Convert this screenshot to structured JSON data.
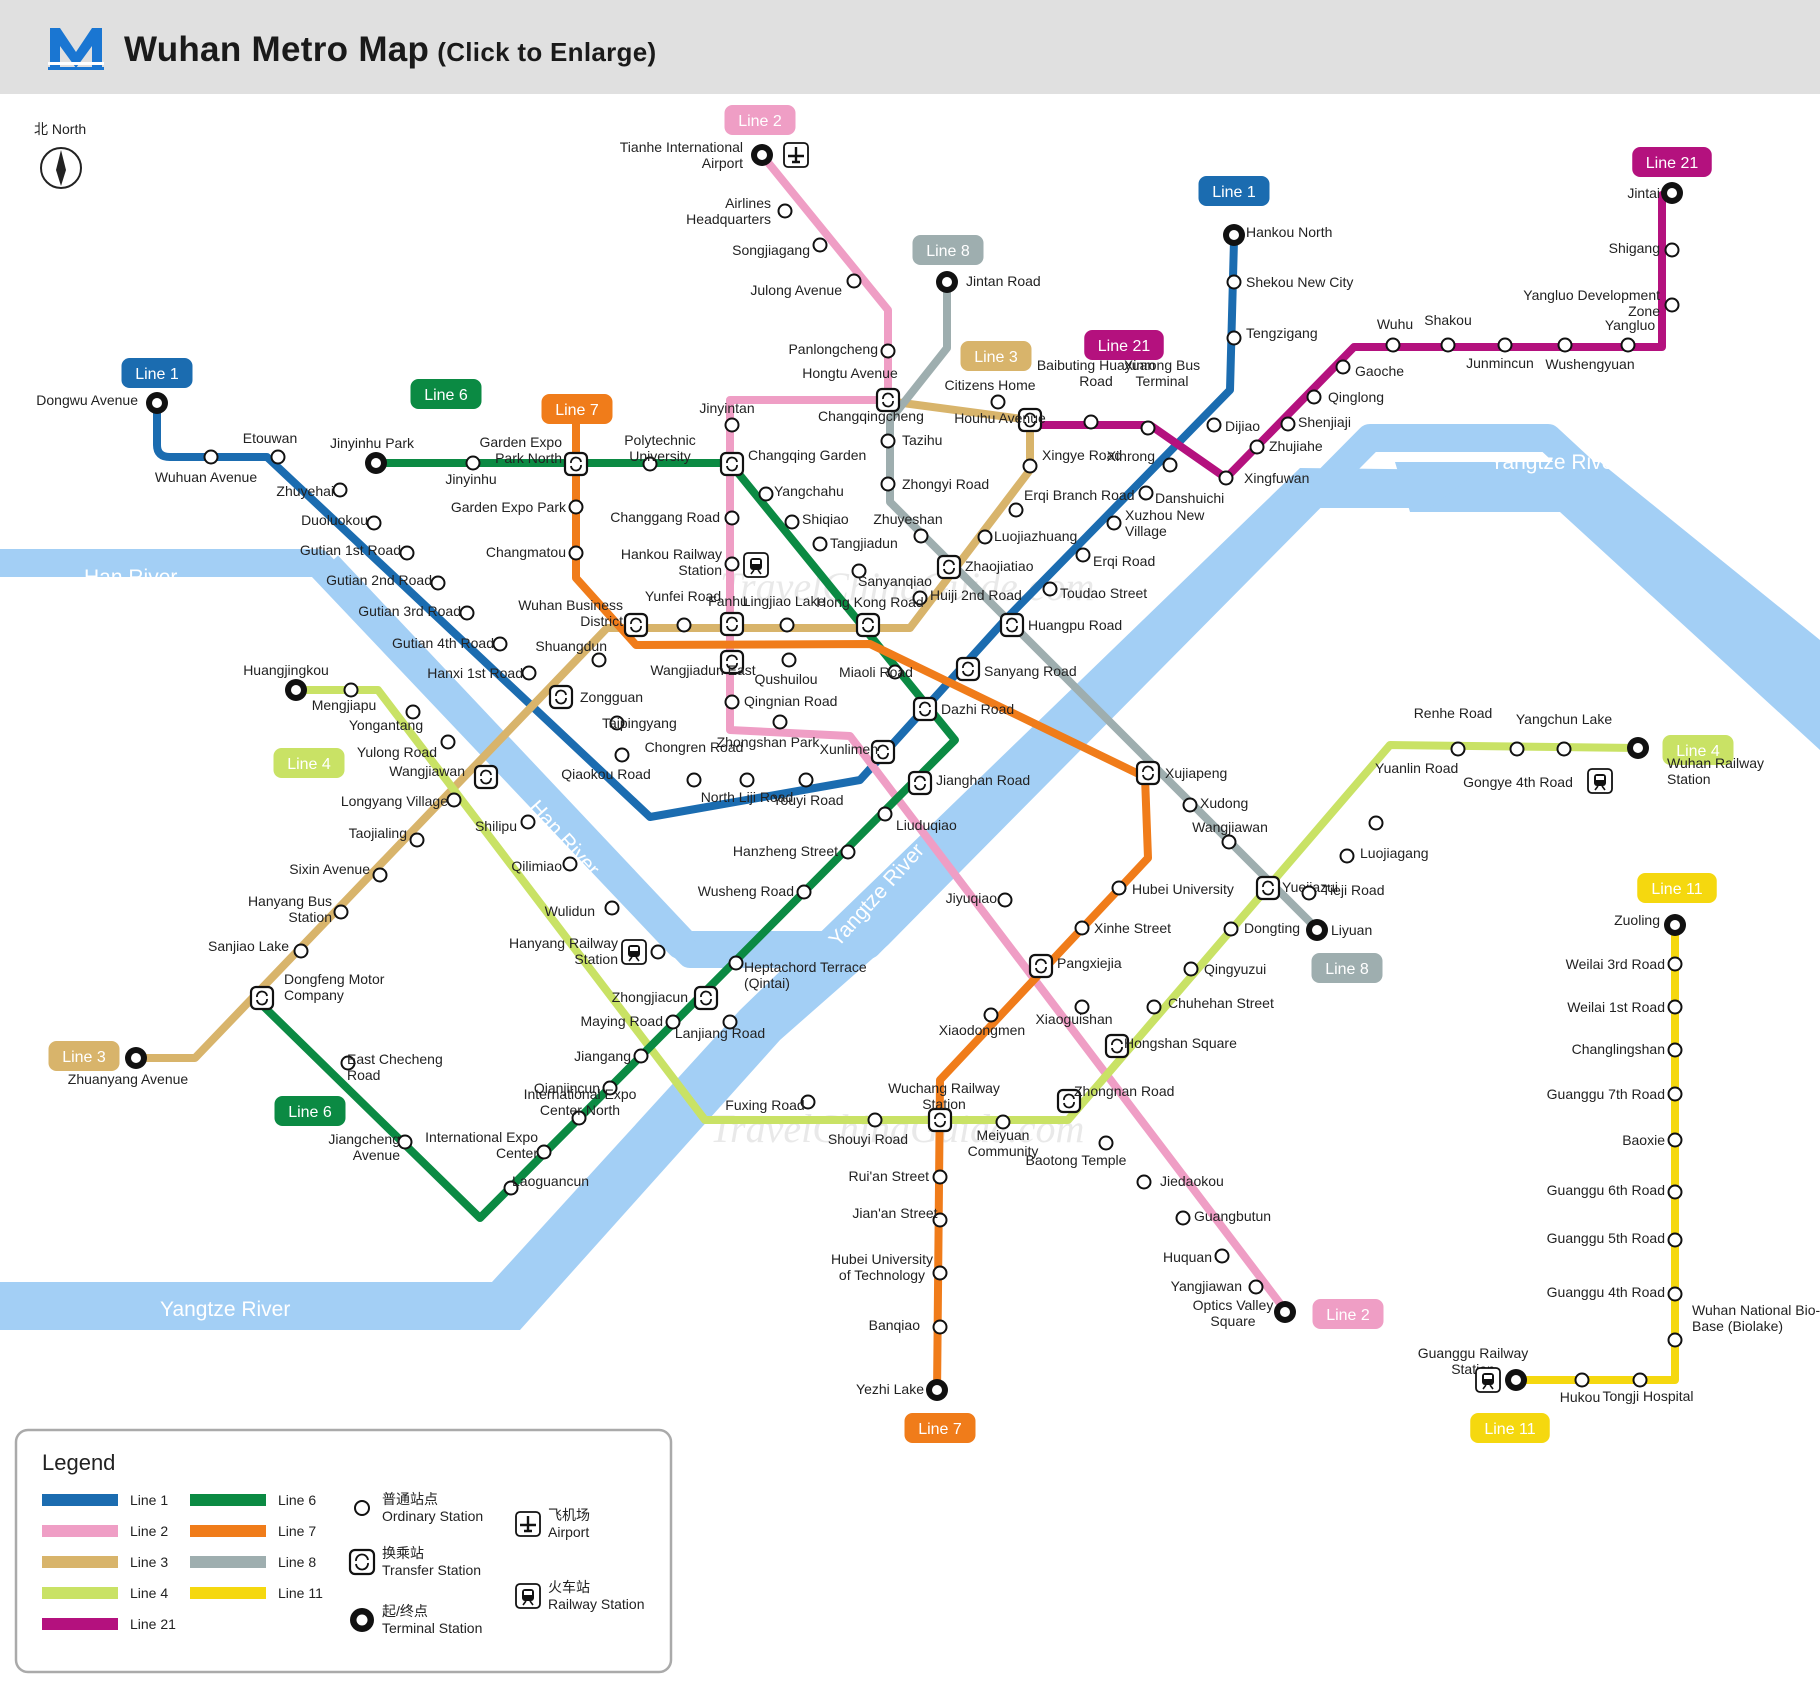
{
  "header": {
    "title": "Wuhan Metro Map",
    "subtitle": "(Click to Enlarge)"
  },
  "compass": {
    "label": "北 North"
  },
  "watermark": "TravelChinaGuide.com",
  "rivers": [
    {
      "name": "Han River",
      "labels": [
        {
          "text": "Han River",
          "rot": 0
        },
        {
          "text": "Han River",
          "rot": 48
        }
      ]
    },
    {
      "name": "Yangtze River",
      "labels": [
        {
          "text": "Yangtze River",
          "rot": 0
        },
        {
          "text": "Yangtze River",
          "rot": -48
        },
        {
          "text": "Yangtze River",
          "rot": 0
        }
      ]
    }
  ],
  "colors": {
    "line1": "#1b6cb0",
    "line2": "#ef9ec5",
    "line3": "#d8b46b",
    "line4": "#c9e265",
    "line6": "#0b8a43",
    "line7": "#f07c1a",
    "line8": "#9eaeaf",
    "line11": "#f5d80f",
    "line21": "#b4117e",
    "river": "#a3cff5"
  },
  "lines": [
    {
      "id": "line1",
      "name": "Line 1",
      "color": "#1b6cb0"
    },
    {
      "id": "line2",
      "name": "Line 2",
      "color": "#ef9ec5"
    },
    {
      "id": "line3",
      "name": "Line 3",
      "color": "#d8b46b"
    },
    {
      "id": "line4",
      "name": "Line 4",
      "color": "#c9e265"
    },
    {
      "id": "line6",
      "name": "Line 6",
      "color": "#0b8a43"
    },
    {
      "id": "line7",
      "name": "Line 7",
      "color": "#f07c1a"
    },
    {
      "id": "line8",
      "name": "Line 8",
      "color": "#9eaeaf"
    },
    {
      "id": "line11",
      "name": "Line 11",
      "color": "#f5d80f"
    },
    {
      "id": "line21",
      "name": "Line 21",
      "color": "#b4117e"
    }
  ],
  "badges": [
    {
      "text": "Line 2",
      "line": "line2"
    },
    {
      "text": "Line 21",
      "line": "line21"
    },
    {
      "text": "Line 1",
      "line": "line1"
    },
    {
      "text": "Line 8",
      "line": "line8"
    },
    {
      "text": "Line 3",
      "line": "line3"
    },
    {
      "text": "Line 21",
      "line": "line21"
    },
    {
      "text": "Line 1",
      "line": "line1"
    },
    {
      "text": "Line 6",
      "line": "line6"
    },
    {
      "text": "Line 7",
      "line": "line7"
    },
    {
      "text": "Line 4",
      "line": "line4"
    },
    {
      "text": "Line 4",
      "line": "line4"
    },
    {
      "text": "Line 11",
      "line": "line11"
    },
    {
      "text": "Line 8",
      "line": "line8"
    },
    {
      "text": "Line 3",
      "line": "line3"
    },
    {
      "text": "Line 6",
      "line": "line6"
    },
    {
      "text": "Line 2",
      "line": "line2"
    },
    {
      "text": "Line 7",
      "line": "line7"
    },
    {
      "text": "Line 11",
      "line": "line11"
    }
  ],
  "stations": [
    {
      "name": "Tianhe International Airport",
      "type": "terminal"
    },
    {
      "name": "Airlines Headquarters",
      "type": "ordinary"
    },
    {
      "name": "Songjiagang",
      "type": "ordinary"
    },
    {
      "name": "Julong Avenue",
      "type": "ordinary"
    },
    {
      "name": "Panlongcheng",
      "type": "ordinary"
    },
    {
      "name": "Hongtu Avenue",
      "type": "ordinary"
    },
    {
      "name": "Tazihu",
      "type": "ordinary"
    },
    {
      "name": "Zhongyi Road",
      "type": "ordinary"
    },
    {
      "name": "Zhuyeshan",
      "type": "ordinary"
    },
    {
      "name": "Jintan Road",
      "type": "terminal"
    },
    {
      "name": "Changqingcheng",
      "type": "transfer"
    },
    {
      "name": "Citizens Home",
      "type": "ordinary"
    },
    {
      "name": "Houhu Avenue",
      "type": "transfer"
    },
    {
      "name": "Xingye Road",
      "type": "ordinary"
    },
    {
      "name": "Erqi Branch Road",
      "type": "ordinary"
    },
    {
      "name": "Luojiazhuang",
      "type": "ordinary"
    },
    {
      "name": "Zhaojiatiao",
      "type": "transfer"
    },
    {
      "name": "Huiji 2nd Road",
      "type": "ordinary"
    },
    {
      "name": "Baibuting Huayuan Road",
      "type": "ordinary"
    },
    {
      "name": "Xinrong Bus Terminal",
      "type": "ordinary"
    },
    {
      "name": "Xinrong",
      "type": "ordinary"
    },
    {
      "name": "Xingfuwan",
      "type": "ordinary"
    },
    {
      "name": "Zhujiahe",
      "type": "ordinary"
    },
    {
      "name": "Shenjiaji",
      "type": "ordinary"
    },
    {
      "name": "Qinglong",
      "type": "ordinary"
    },
    {
      "name": "Gaoche",
      "type": "ordinary"
    },
    {
      "name": "Wuhu",
      "type": "ordinary"
    },
    {
      "name": "Shakou",
      "type": "ordinary"
    },
    {
      "name": "Junmincun",
      "type": "ordinary"
    },
    {
      "name": "Wushengyuan",
      "type": "ordinary"
    },
    {
      "name": "Yangluo",
      "type": "ordinary"
    },
    {
      "name": "Yangluo Development Zone",
      "type": "ordinary"
    },
    {
      "name": "Shigang",
      "type": "ordinary"
    },
    {
      "name": "Jintai",
      "type": "terminal"
    },
    {
      "name": "Hankou North",
      "type": "terminal"
    },
    {
      "name": "Shekou New City",
      "type": "ordinary"
    },
    {
      "name": "Tengzigang",
      "type": "ordinary"
    },
    {
      "name": "Dijiao",
      "type": "ordinary"
    },
    {
      "name": "Danshuichi",
      "type": "ordinary"
    },
    {
      "name": "Xuzhou New Village",
      "type": "ordinary"
    },
    {
      "name": "Erqi Road",
      "type": "ordinary"
    },
    {
      "name": "Toudao Street",
      "type": "ordinary"
    },
    {
      "name": "Huangpu Road",
      "type": "transfer"
    },
    {
      "name": "Sanyang Road",
      "type": "transfer"
    },
    {
      "name": "Dazhi Road",
      "type": "transfer"
    },
    {
      "name": "Jianghan Road",
      "type": "transfer"
    },
    {
      "name": "Xunlimen",
      "type": "transfer"
    },
    {
      "name": "Youyi Road",
      "type": "ordinary"
    },
    {
      "name": "North Liji Road",
      "type": "ordinary"
    },
    {
      "name": "Chongren Road",
      "type": "ordinary"
    },
    {
      "name": "Qiaokou Road",
      "type": "ordinary"
    },
    {
      "name": "Taipingyang",
      "type": "ordinary"
    },
    {
      "name": "Zongguan",
      "type": "transfer"
    },
    {
      "name": "Hanxi 1st Road",
      "type": "ordinary"
    },
    {
      "name": "Gutian 4th Road",
      "type": "ordinary"
    },
    {
      "name": "Gutian 3rd Road",
      "type": "ordinary"
    },
    {
      "name": "Gutian 2nd Road",
      "type": "ordinary"
    },
    {
      "name": "Gutian 1st Road",
      "type": "ordinary"
    },
    {
      "name": "Duoluokou",
      "type": "ordinary"
    },
    {
      "name": "Zhuyehai",
      "type": "ordinary"
    },
    {
      "name": "Etouwan",
      "type": "ordinary"
    },
    {
      "name": "Wuhuan Avenue",
      "type": "ordinary"
    },
    {
      "name": "Dongwu Avenue",
      "type": "terminal"
    },
    {
      "name": "Jinyinhu Park",
      "type": "terminal"
    },
    {
      "name": "Jinyinhu",
      "type": "ordinary"
    },
    {
      "name": "Garden Expo Park North",
      "type": "transfer"
    },
    {
      "name": "Polytechnic University",
      "type": "ordinary"
    },
    {
      "name": "Changqing Garden",
      "type": "transfer"
    },
    {
      "name": "Jinyintan",
      "type": "ordinary"
    },
    {
      "name": "Yangchahu",
      "type": "ordinary"
    },
    {
      "name": "Shiqiao",
      "type": "ordinary"
    },
    {
      "name": "Tangjiadun",
      "type": "ordinary"
    },
    {
      "name": "Sanyanqiao",
      "type": "ordinary"
    },
    {
      "name": "Hong Kong Road",
      "type": "transfer"
    },
    {
      "name": "Changgang Road",
      "type": "ordinary"
    },
    {
      "name": "Hankou Railway Station",
      "type": "ordinary"
    },
    {
      "name": "Fanhu",
      "type": "transfer"
    },
    {
      "name": "Lingjiao Lake",
      "type": "ordinary"
    },
    {
      "name": "Yunfei Road",
      "type": "ordinary"
    },
    {
      "name": "Wuhan Business District",
      "type": "transfer"
    },
    {
      "name": "Garden Expo Park",
      "type": "ordinary"
    },
    {
      "name": "Changmatou",
      "type": "ordinary"
    },
    {
      "name": "Shuangdun",
      "type": "ordinary"
    },
    {
      "name": "Wangjiadun East",
      "type": "transfer"
    },
    {
      "name": "Qushuilou",
      "type": "ordinary"
    },
    {
      "name": "Miaoli Road",
      "type": "ordinary"
    },
    {
      "name": "Qingnian Road",
      "type": "ordinary"
    },
    {
      "name": "Zhongshan Park",
      "type": "ordinary"
    },
    {
      "name": "Xujiapeng",
      "type": "transfer"
    },
    {
      "name": "Xudong",
      "type": "ordinary"
    },
    {
      "name": "Wangjiawan",
      "type": "ordinary"
    },
    {
      "name": "Yuejiazui",
      "type": "transfer"
    },
    {
      "name": "Liyuan",
      "type": "terminal"
    },
    {
      "name": "Huangjingkou",
      "type": "terminal"
    },
    {
      "name": "Mengjiapu",
      "type": "ordinary"
    },
    {
      "name": "Yongantang",
      "type": "ordinary"
    },
    {
      "name": "Yulong Road",
      "type": "ordinary"
    },
    {
      "name": "Wangjiawan",
      "type": "transfer"
    },
    {
      "name": "Longyang Village",
      "type": "ordinary"
    },
    {
      "name": "Taojialing",
      "type": "ordinary"
    },
    {
      "name": "Sixin Avenue",
      "type": "ordinary"
    },
    {
      "name": "Hanyang Bus Station",
      "type": "ordinary"
    },
    {
      "name": "Sanjiao Lake",
      "type": "ordinary"
    },
    {
      "name": "Dongfeng Motor Company",
      "type": "transfer"
    },
    {
      "name": "Zhuanyang Avenue",
      "type": "terminal"
    },
    {
      "name": "Shilipu",
      "type": "ordinary"
    },
    {
      "name": "Qilimiao",
      "type": "ordinary"
    },
    {
      "name": "Wulidun",
      "type": "ordinary"
    },
    {
      "name": "Hanyang Railway Station",
      "type": "ordinary"
    },
    {
      "name": "Zhongjiacun",
      "type": "transfer"
    },
    {
      "name": "Lanjiang Road",
      "type": "ordinary"
    },
    {
      "name": "Fuxing Road",
      "type": "ordinary"
    },
    {
      "name": "Shouyi Road",
      "type": "ordinary"
    },
    {
      "name": "Wuchang Railway Station",
      "type": "transfer"
    },
    {
      "name": "Meiyuan Community",
      "type": "ordinary"
    },
    {
      "name": "Zhongnan Road",
      "type": "transfer"
    },
    {
      "name": "Hongshan Square",
      "type": "transfer"
    },
    {
      "name": "Chuhehan Street",
      "type": "ordinary"
    },
    {
      "name": "Qingyuzui",
      "type": "ordinary"
    },
    {
      "name": "Dongting",
      "type": "ordinary"
    },
    {
      "name": "Tieji Road",
      "type": "ordinary"
    },
    {
      "name": "Luojiagang",
      "type": "ordinary"
    },
    {
      "name": "Yuanlin Road",
      "type": "ordinary"
    },
    {
      "name": "Renhe Road",
      "type": "ordinary"
    },
    {
      "name": "Gongye 4th Road",
      "type": "ordinary"
    },
    {
      "name": "Yangchun Lake",
      "type": "ordinary"
    },
    {
      "name": "Wuhan Railway Station",
      "type": "terminal"
    },
    {
      "name": "Liuduqiao",
      "type": "ordinary"
    },
    {
      "name": "Hanzheng Street",
      "type": "ordinary"
    },
    {
      "name": "Wusheng Road",
      "type": "ordinary"
    },
    {
      "name": "Heptachord Terrace (Qintai)",
      "type": "ordinary"
    },
    {
      "name": "Maying Road",
      "type": "ordinary"
    },
    {
      "name": "Jiangang",
      "type": "ordinary"
    },
    {
      "name": "Qianjincun",
      "type": "ordinary"
    },
    {
      "name": "International Expo Center North",
      "type": "ordinary"
    },
    {
      "name": "International Expo Center",
      "type": "ordinary"
    },
    {
      "name": "Laoguancun",
      "type": "ordinary"
    },
    {
      "name": "East Checheng Road",
      "type": "ordinary"
    },
    {
      "name": "Jiangcheng Avenue",
      "type": "ordinary"
    },
    {
      "name": "Jiyuqiao",
      "type": "ordinary"
    },
    {
      "name": "Pangxiejia",
      "type": "transfer"
    },
    {
      "name": "Xiaoguishan",
      "type": "ordinary"
    },
    {
      "name": "Baotong Temple",
      "type": "ordinary"
    },
    {
      "name": "Jiedaokou",
      "type": "ordinary"
    },
    {
      "name": "Guangbutun",
      "type": "ordinary"
    },
    {
      "name": "Huquan",
      "type": "ordinary"
    },
    {
      "name": "Yangjiawan",
      "type": "ordinary"
    },
    {
      "name": "Optics Valley Square",
      "type": "terminal"
    },
    {
      "name": "Hubei University",
      "type": "ordinary"
    },
    {
      "name": "Xinhe Street",
      "type": "ordinary"
    },
    {
      "name": "Xiaodongmen",
      "type": "ordinary"
    },
    {
      "name": "Rui'an Street",
      "type": "ordinary"
    },
    {
      "name": "Jian'an Street",
      "type": "ordinary"
    },
    {
      "name": "Hubei University of Technology",
      "type": "ordinary"
    },
    {
      "name": "Banqiao",
      "type": "ordinary"
    },
    {
      "name": "Yezhi Lake",
      "type": "terminal"
    },
    {
      "name": "Zuoling",
      "type": "terminal"
    },
    {
      "name": "Weilai 3rd Road",
      "type": "ordinary"
    },
    {
      "name": "Weilai 1st Road",
      "type": "ordinary"
    },
    {
      "name": "Changlingshan",
      "type": "ordinary"
    },
    {
      "name": "Guanggu 7th Road",
      "type": "ordinary"
    },
    {
      "name": "Baoxie",
      "type": "ordinary"
    },
    {
      "name": "Guanggu 6th Road",
      "type": "ordinary"
    },
    {
      "name": "Guanggu 5th Road",
      "type": "ordinary"
    },
    {
      "name": "Guanggu 4th Road",
      "type": "ordinary"
    },
    {
      "name": "Wuhan National Bio-industry Base (Biolake)",
      "type": "ordinary"
    },
    {
      "name": "Tongji Hospital",
      "type": "ordinary"
    },
    {
      "name": "Hukou",
      "type": "ordinary"
    },
    {
      "name": "Guanggu Railway Station",
      "type": "terminal"
    }
  ],
  "legend": {
    "title": "Legend",
    "lines": [
      {
        "label": "Line 1",
        "color": "#1b6cb0"
      },
      {
        "label": "Line 2",
        "color": "#ef9ec5"
      },
      {
        "label": "Line 3",
        "color": "#d8b46b"
      },
      {
        "label": "Line 4",
        "color": "#c9e265"
      },
      {
        "label": "Line 21",
        "color": "#b4117e"
      },
      {
        "label": "Line 6",
        "color": "#0b8a43"
      },
      {
        "label": "Line 7",
        "color": "#f07c1a"
      },
      {
        "label": "Line 8",
        "color": "#9eaeaf"
      },
      {
        "label": "Line 11",
        "color": "#f5d80f"
      }
    ],
    "symbols": [
      {
        "icon": "ordinary-station-icon",
        "cn": "普通站点",
        "en": "Ordinary Station"
      },
      {
        "icon": "transfer-station-icon",
        "cn": "换乘站",
        "en": "Transfer Station"
      },
      {
        "icon": "terminal-station-icon",
        "cn": "起/终点",
        "en": "Terminal Station"
      },
      {
        "icon": "airport-icon",
        "cn": "飞机场",
        "en": "Airport"
      },
      {
        "icon": "railway-station-icon",
        "cn": "火车站",
        "en": "Railway Station"
      }
    ]
  }
}
